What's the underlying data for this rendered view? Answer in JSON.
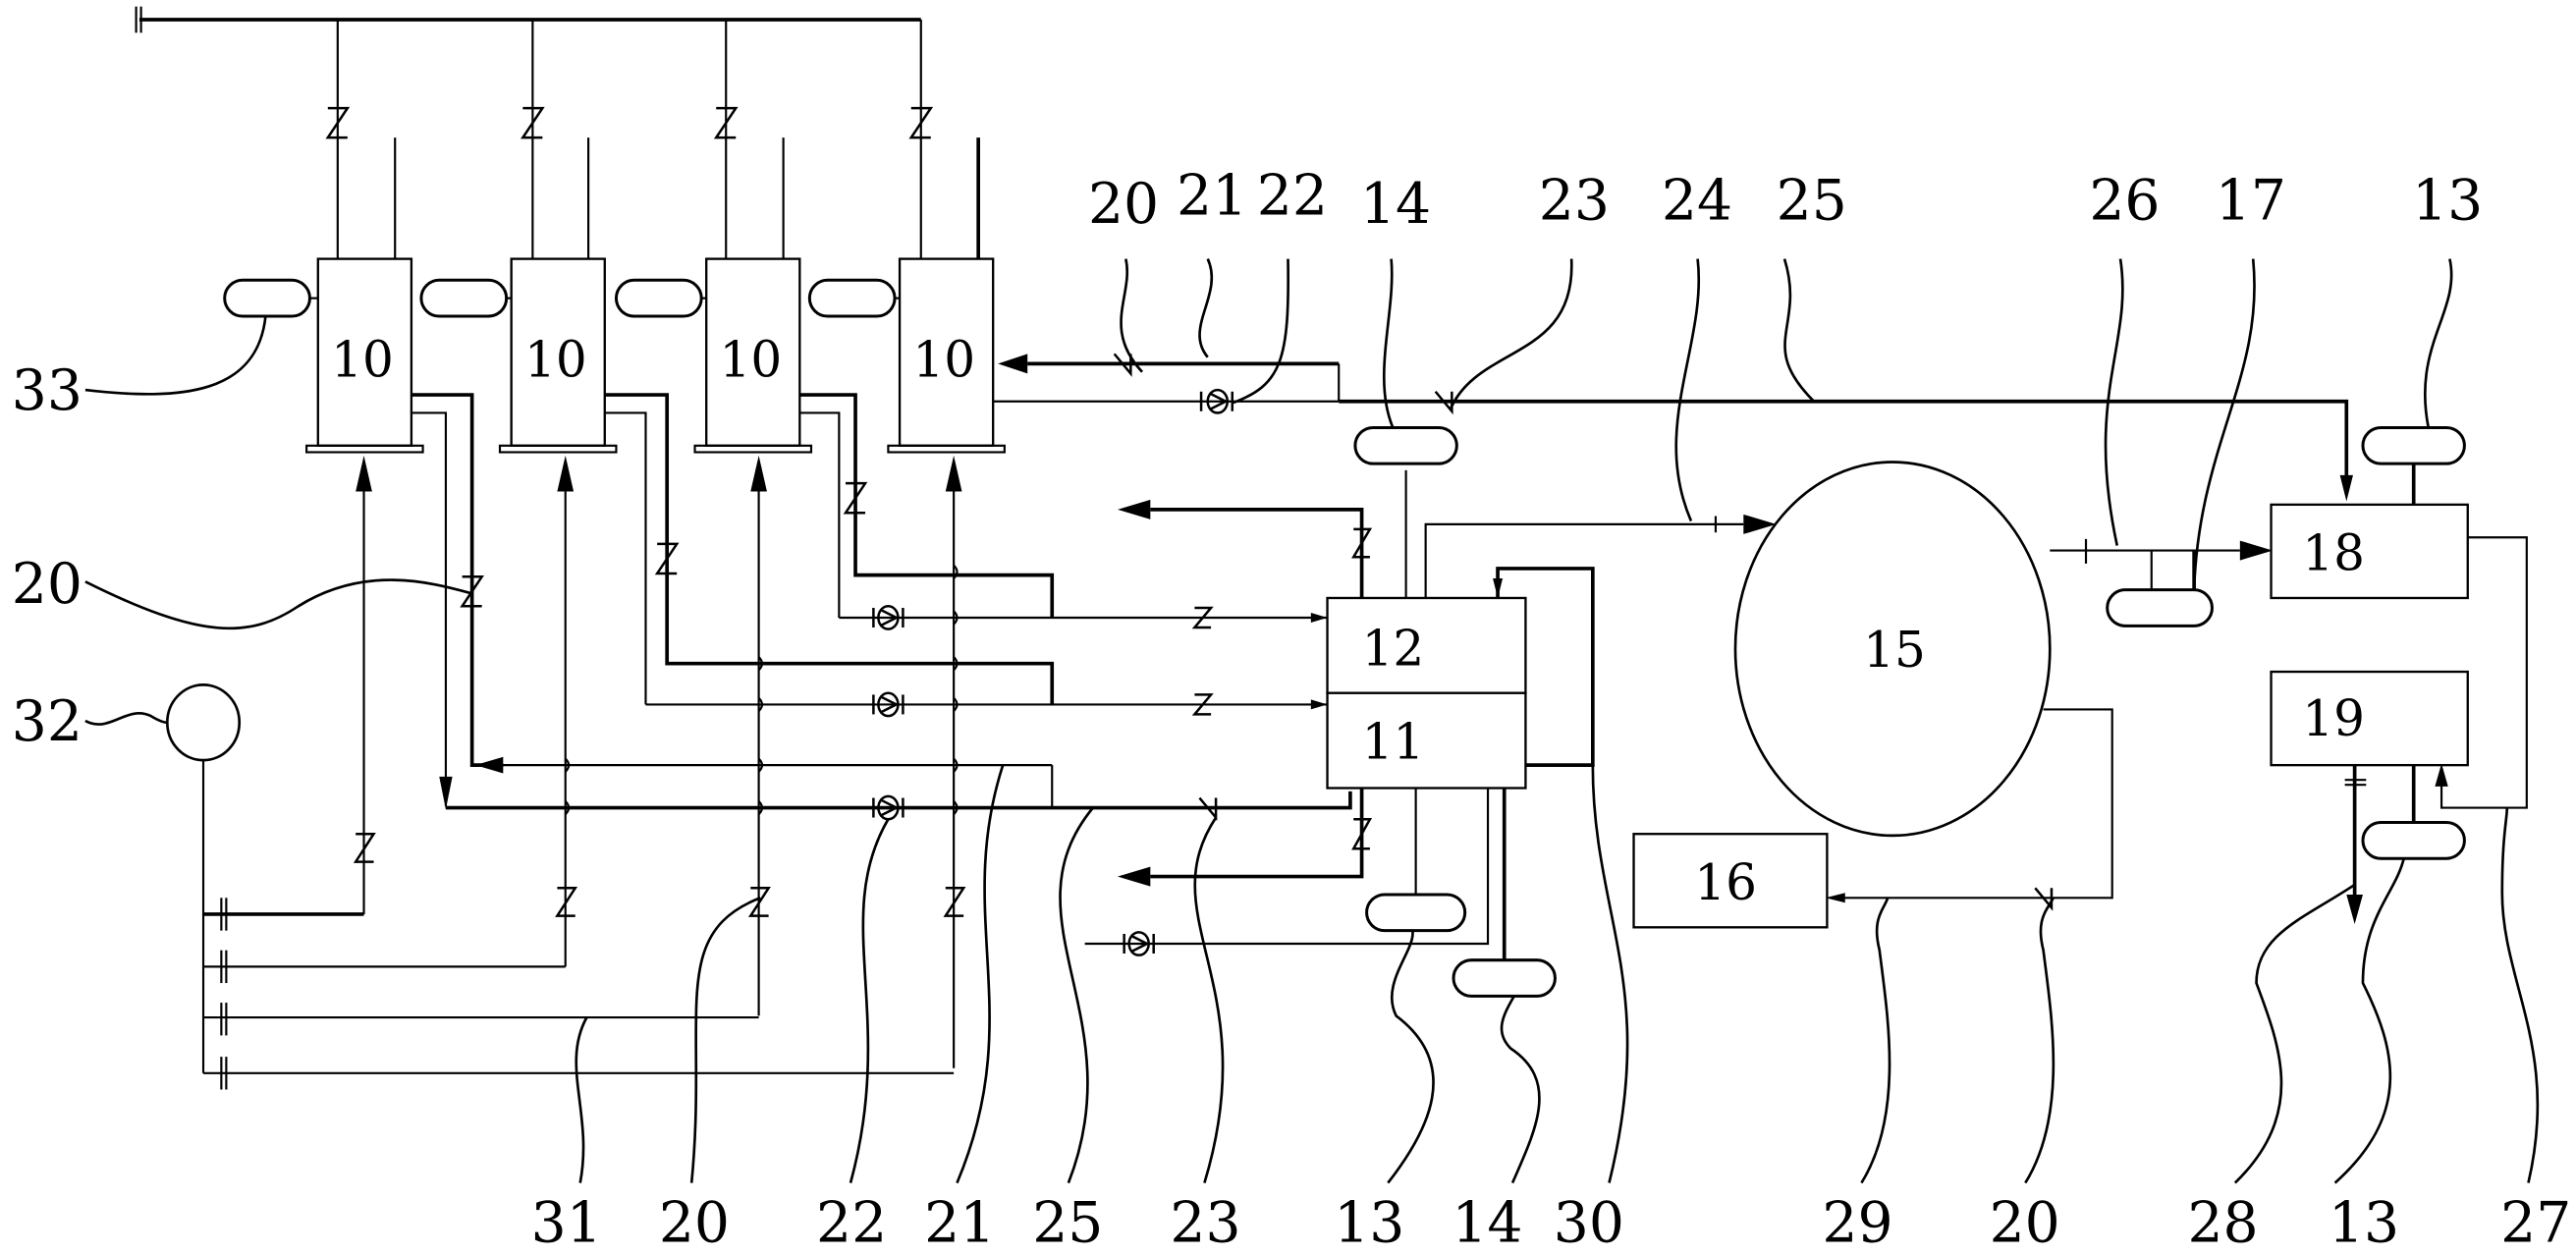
{
  "figure": {
    "type": "patent-schematic",
    "components": {
      "unit_10": "10",
      "unit_11": "11",
      "unit_12": "12",
      "unit_15": "15",
      "unit_16": "16",
      "unit_18": "18",
      "unit_19": "19"
    },
    "callouts_top": [
      "20",
      "21",
      "22",
      "14",
      "23",
      "24",
      "25",
      "26",
      "17",
      "13"
    ],
    "callouts_left": [
      "33",
      "20",
      "32"
    ],
    "callouts_bottom": [
      "31",
      "20",
      "22",
      "21",
      "25",
      "23",
      "13",
      "14",
      "30",
      "29",
      "20",
      "28",
      "13",
      "27"
    ]
  }
}
